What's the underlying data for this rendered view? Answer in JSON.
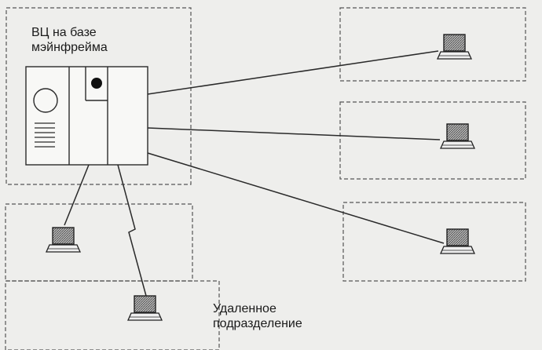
{
  "diagram": {
    "type": "network-topology",
    "labels": {
      "center_line1": "ВЦ на базе",
      "center_line2": "мэйнфрейма",
      "remote_line1": "Удаленное",
      "remote_line2": "подразделение"
    },
    "nodes": [
      {
        "id": "mainframe",
        "kind": "mainframe"
      },
      {
        "id": "terminal-1",
        "kind": "terminal"
      },
      {
        "id": "terminal-2",
        "kind": "terminal"
      },
      {
        "id": "terminal-3",
        "kind": "terminal"
      },
      {
        "id": "terminal-4",
        "kind": "terminal"
      },
      {
        "id": "terminal-5",
        "kind": "terminal"
      }
    ],
    "edges": [
      {
        "from": "mainframe",
        "to": "terminal-1",
        "link": "wired"
      },
      {
        "from": "mainframe",
        "to": "terminal-2",
        "link": "wired"
      },
      {
        "from": "mainframe",
        "to": "terminal-3",
        "link": "wired"
      },
      {
        "from": "mainframe",
        "to": "terminal-4",
        "link": "wired"
      },
      {
        "from": "mainframe",
        "to": "terminal-5",
        "link": "remote"
      }
    ]
  },
  "colors": {
    "background": "#eeeeec",
    "line": "#2a2a2a",
    "zone_border": "#555555",
    "screen_fill": "#9a9a9a"
  }
}
